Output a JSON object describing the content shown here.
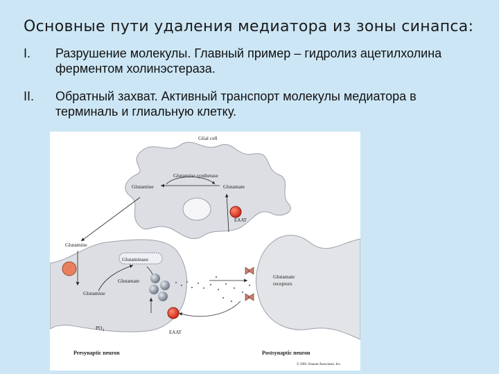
{
  "slide": {
    "title": "Основные пути удаления медиатора из зоны синапса:",
    "items": [
      {
        "num": "I.",
        "text": "Разрушение молекулы. Главный пример – гидролиз ацетилхолина ферментом холинэстераза."
      },
      {
        "num": "II.",
        "text": "Обратный захват. Активный транспорт молекулы медиатора в терминаль и глиальную клетку."
      }
    ]
  },
  "figure": {
    "labels": {
      "glial_cell": "Glial cell",
      "glutamine_synthetase": "Glutamine synthetase",
      "glutamine_glia": "Glutamine",
      "glutamate_glia": "Glutamate",
      "eaat_glia": "EAAT",
      "glutamine_left": "Glutamine",
      "glutaminase": "Glutaminase",
      "glutamate_pre": "Glutamate",
      "glutamine_pre": "Glutamine",
      "po4": "PO",
      "po4_sub": "4",
      "eaat_pre": "EAAT",
      "glutamate_receptors_1": "Glutamate",
      "glutamate_receptors_2": "receptors",
      "presynaptic": "Presynaptic neuron",
      "postsynaptic": "Postsynaptic neuron",
      "copyright": "© 2001 Sinauer Associates, Inc."
    },
    "colors": {
      "cell_fill": "#d9dce2",
      "cell_stroke": "#9aa0aa",
      "red_dot": "#e0301e",
      "gray_ball": "#8e97a6",
      "orange_dot": "#e88060"
    }
  }
}
